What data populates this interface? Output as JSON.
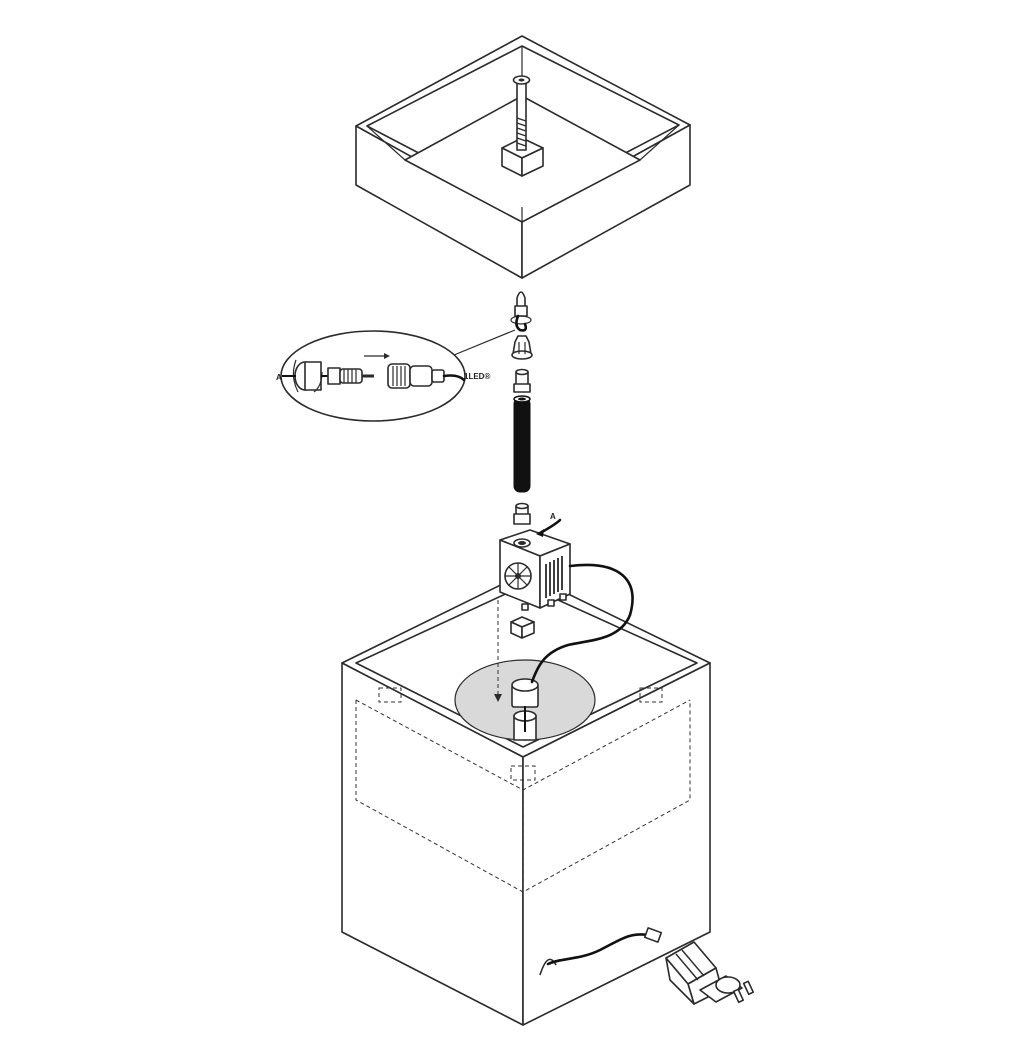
{
  "diagram": {
    "callout_label_a": "A",
    "callout_label_led": "1LED®",
    "pump_label_a": "A",
    "colors": {
      "line": "#2b2b2b",
      "cable": "#111111",
      "basin_fill": "#d9d9d9",
      "background": "#ffffff"
    }
  }
}
